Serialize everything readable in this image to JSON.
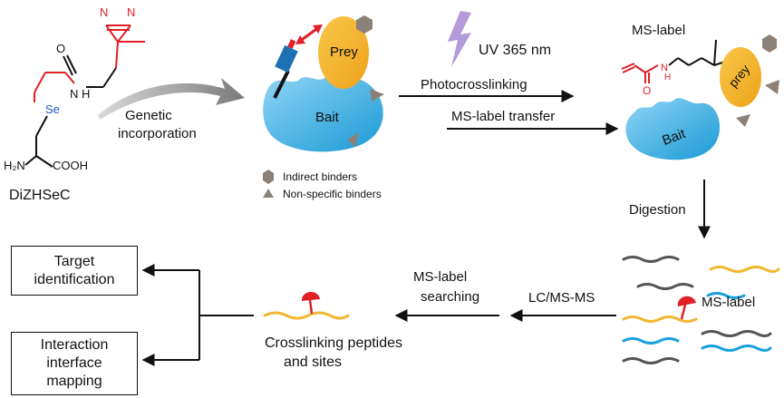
{
  "molecule": {
    "name": "DiZHSeC",
    "atom_n1": "N",
    "atom_n2": "N",
    "atom_o": "O",
    "atom_h": "H",
    "atom_n_amide": "N",
    "atom_se": "Se",
    "amine": "H₂N",
    "acid": "COOH"
  },
  "labels": {
    "genetic_incorporation": [
      "Genetic",
      "incorporation"
    ],
    "prey": "Prey",
    "bait": "Bait",
    "uv": "UV 365 nm",
    "photocrosslinking": "Photocrosslinking",
    "ms_label_transfer": "MS-label transfer",
    "indirect_binders": "Indirect binders",
    "nonspecific_binders": "Non-specific binders",
    "ms_label_top": "MS-label",
    "prey_right": "prey",
    "bait_right": "Bait",
    "amide_o": "O",
    "amide_nh": "N",
    "amide_h": "H",
    "digestion": "Digestion",
    "lc_msms": "LC/MS-MS",
    "ms_label_searching": [
      "MS-label",
      "searching"
    ],
    "ms_label_peptides": "MS-label",
    "crosslinking_peptides": [
      "Crosslinking peptides",
      "and sites"
    ]
  },
  "outcomes": {
    "target_identification": [
      "Target",
      "identification"
    ],
    "interaction_mapping": [
      "Interaction",
      "interface",
      "mapping"
    ]
  },
  "colors": {
    "red": "#e01f26",
    "blue_se": "#2255cc",
    "bait_light": "#7ccbef",
    "bait_dark": "#1a9ad6",
    "prey": "#f5b324",
    "binder_grey": "#8c8178",
    "uv_purple": "#b39ad8",
    "arrow_grey": "#8a8a8a",
    "peptide_dark": "#555555",
    "peptide_blue": "#1aa0e0",
    "peptide_yellow": "#f2b733",
    "probe_blue": "#1f6fb3"
  }
}
